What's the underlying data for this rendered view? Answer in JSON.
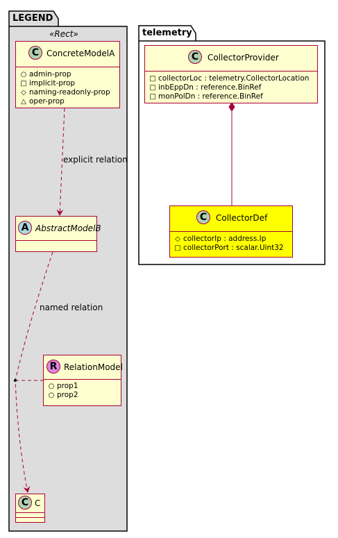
{
  "legend": {
    "title": "LEGEND",
    "stereotype": "«Rect»",
    "concrete": {
      "badge": "C",
      "name": "ConcreteModelA",
      "attributes": [
        {
          "vis": "+",
          "name": "admin-prop"
        },
        {
          "vis": "-",
          "name": "implicit-prop"
        },
        {
          "vis": "#",
          "name": "naming-readonly-prop"
        },
        {
          "vis": "~",
          "name": "oper-prop"
        }
      ]
    },
    "explicit_label": "explicit relation",
    "abstract": {
      "badge": "A",
      "name": "AbstractModelB"
    },
    "named_label": "named relation",
    "relation": {
      "badge": "R",
      "name": "RelationModel",
      "attributes": [
        {
          "vis": "+",
          "name": "prop1"
        },
        {
          "vis": "+",
          "name": "prop2"
        }
      ]
    },
    "c": {
      "badge": "C",
      "name": "C"
    }
  },
  "telemetry": {
    "title": "telemetry",
    "provider": {
      "badge": "C",
      "name": "CollectorProvider",
      "attributes": [
        {
          "vis": "-",
          "name": "collectorLoc : telemetry.CollectorLocation"
        },
        {
          "vis": "-",
          "name": "inbEppDn : reference.BinRef"
        },
        {
          "vis": "-",
          "name": "monPolDn : reference.BinRef"
        }
      ]
    },
    "def": {
      "badge": "C",
      "name": "CollectorDef",
      "attributes": [
        {
          "vis": "#",
          "name": "collectorIp : address.Ip"
        },
        {
          "vis": "-",
          "name": "collectorPort : scalar.Uint32"
        }
      ]
    }
  },
  "colors": {
    "class_border": "#a80036",
    "class_fill": "#fefece",
    "highlight_fill": "#ffff00",
    "legend_fill": "#dddddd",
    "class_badge": "#add1b2",
    "abstract_badge": "#a9dcdf",
    "relation_badge": "#dd88dd"
  }
}
